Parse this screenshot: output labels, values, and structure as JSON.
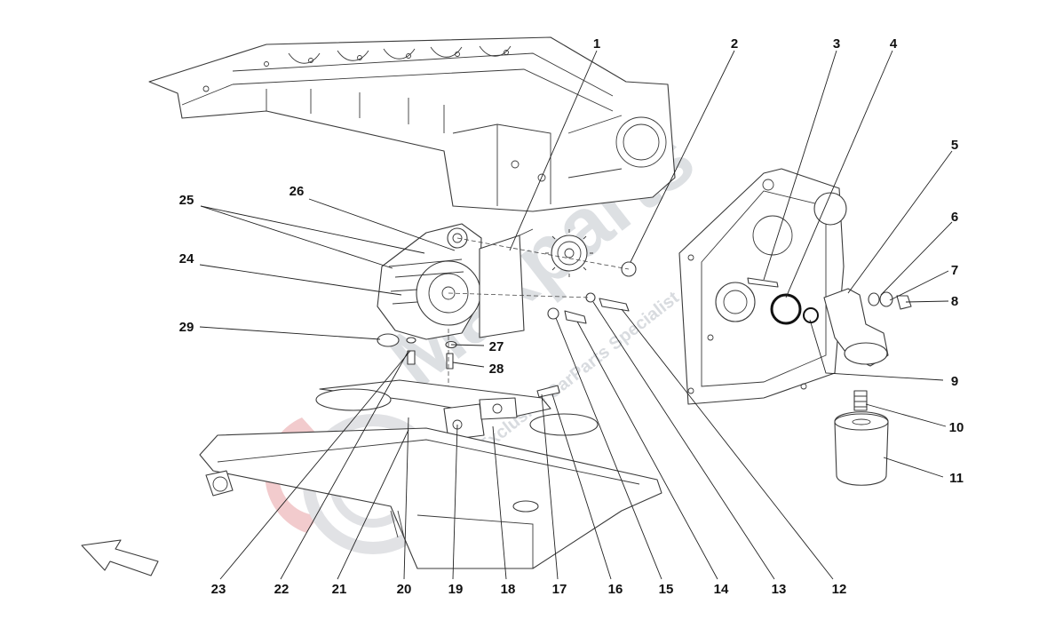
{
  "watermark": {
    "brand": "Maxparts",
    "tagline": "Exclusive CarParts Specialist"
  },
  "callouts": [
    "1",
    "2",
    "3",
    "4",
    "5",
    "6",
    "7",
    "8",
    "9",
    "10",
    "11",
    "12",
    "13",
    "14",
    "15",
    "16",
    "17",
    "18",
    "19",
    "20",
    "21",
    "22",
    "23",
    "24",
    "25",
    "26",
    "27",
    "28",
    "29"
  ],
  "icons": {
    "direction_arrow": "direction-arrow-icon"
  }
}
